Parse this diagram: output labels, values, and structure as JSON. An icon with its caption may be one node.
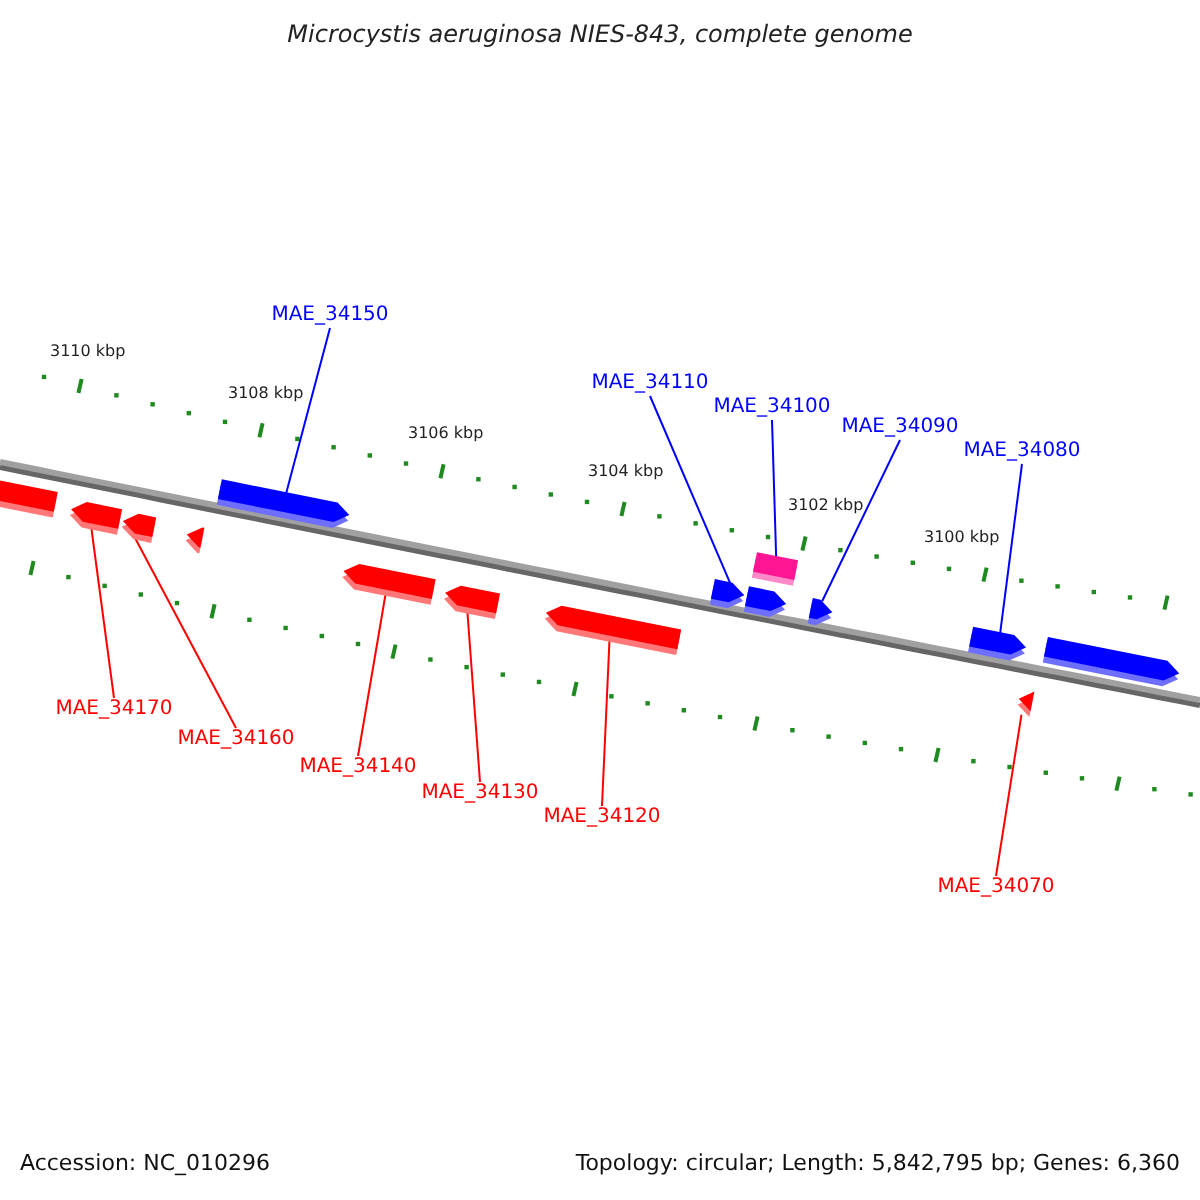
{
  "diagram": {
    "title": "Microcystis aeruginosa NIES-843, complete genome",
    "nodes": [
      {
        "text": [
          "MAE_34150"
        ]
      },
      {
        "text": [
          "MAE_34110"
        ]
      },
      {
        "text": [
          "MAE_34100"
        ]
      },
      {
        "text": [
          "MAE_34090"
        ]
      },
      {
        "text": [
          "MAE_34080"
        ]
      },
      {
        "text": [],
        "shape": "arrow"
      },
      {
        "text": [],
        "shape": "arrow"
      },
      {
        "text": [],
        "shape": "arrow"
      },
      {
        "text": [],
        "shape": "arrow"
      },
      {
        "text": [],
        "shape": "arrow"
      },
      {
        "text": [],
        "shape": "arrow"
      },
      {
        "text": [],
        "shape": "arrow"
      },
      {
        "text": [],
        "shape": "arrow"
      },
      {
        "text": [],
        "shape": "arrow"
      },
      {
        "text": [],
        "shape": "arrow"
      },
      {
        "text": [],
        "shape": "box"
      },
      {
        "text": [],
        "shape": "arrow"
      },
      {
        "text": [],
        "shape": "arrow"
      },
      {
        "text": [],
        "shape": "arrow"
      },
      {
        "text": [],
        "shape": "arrow"
      },
      {
        "text": [
          "MAE_34170"
        ]
      },
      {
        "text": [
          "MAE_34160"
        ]
      },
      {
        "text": [
          "MAE_34140"
        ]
      },
      {
        "text": [
          "MAE_34130"
        ]
      },
      {
        "text": [
          "MAE_34120"
        ]
      },
      {
        "text": [
          "MAE_34070"
        ]
      }
    ],
    "edges": [
      {
        "from": 0,
        "to": 9,
        "arrow": "none",
        "color": "#0000ff"
      },
      {
        "from": 1,
        "to": 13,
        "arrow": "none",
        "color": "#0000ff"
      },
      {
        "from": 2,
        "to": 15,
        "arrow": "none",
        "color": "#0000ff"
      },
      {
        "from": 3,
        "to": 16,
        "arrow": "none",
        "color": "#0000ff"
      },
      {
        "from": 4,
        "to": 17,
        "arrow": "none",
        "color": "#0000ff"
      },
      {
        "from": 20,
        "to": 6,
        "arrow": "none"
      },
      {
        "from": 21,
        "to": 7,
        "arrow": "none"
      },
      {
        "from": 22,
        "to": 10,
        "arrow": "none"
      },
      {
        "from": 23,
        "to": 11,
        "arrow": "none"
      },
      {
        "from": 24,
        "to": 12,
        "arrow": "none"
      },
      {
        "from": 25,
        "to": 19,
        "arrow": "none"
      }
    ],
    "labels": [
      "3110 kbp",
      "3108 kbp",
      "3106 kbp",
      "3104 kbp",
      "3102 kbp",
      "3100 kbp",
      "Accession: NC_010296",
      "Topology: circular; Length: 5,842,795 bp; Genes: 6,360"
    ]
  }
}
